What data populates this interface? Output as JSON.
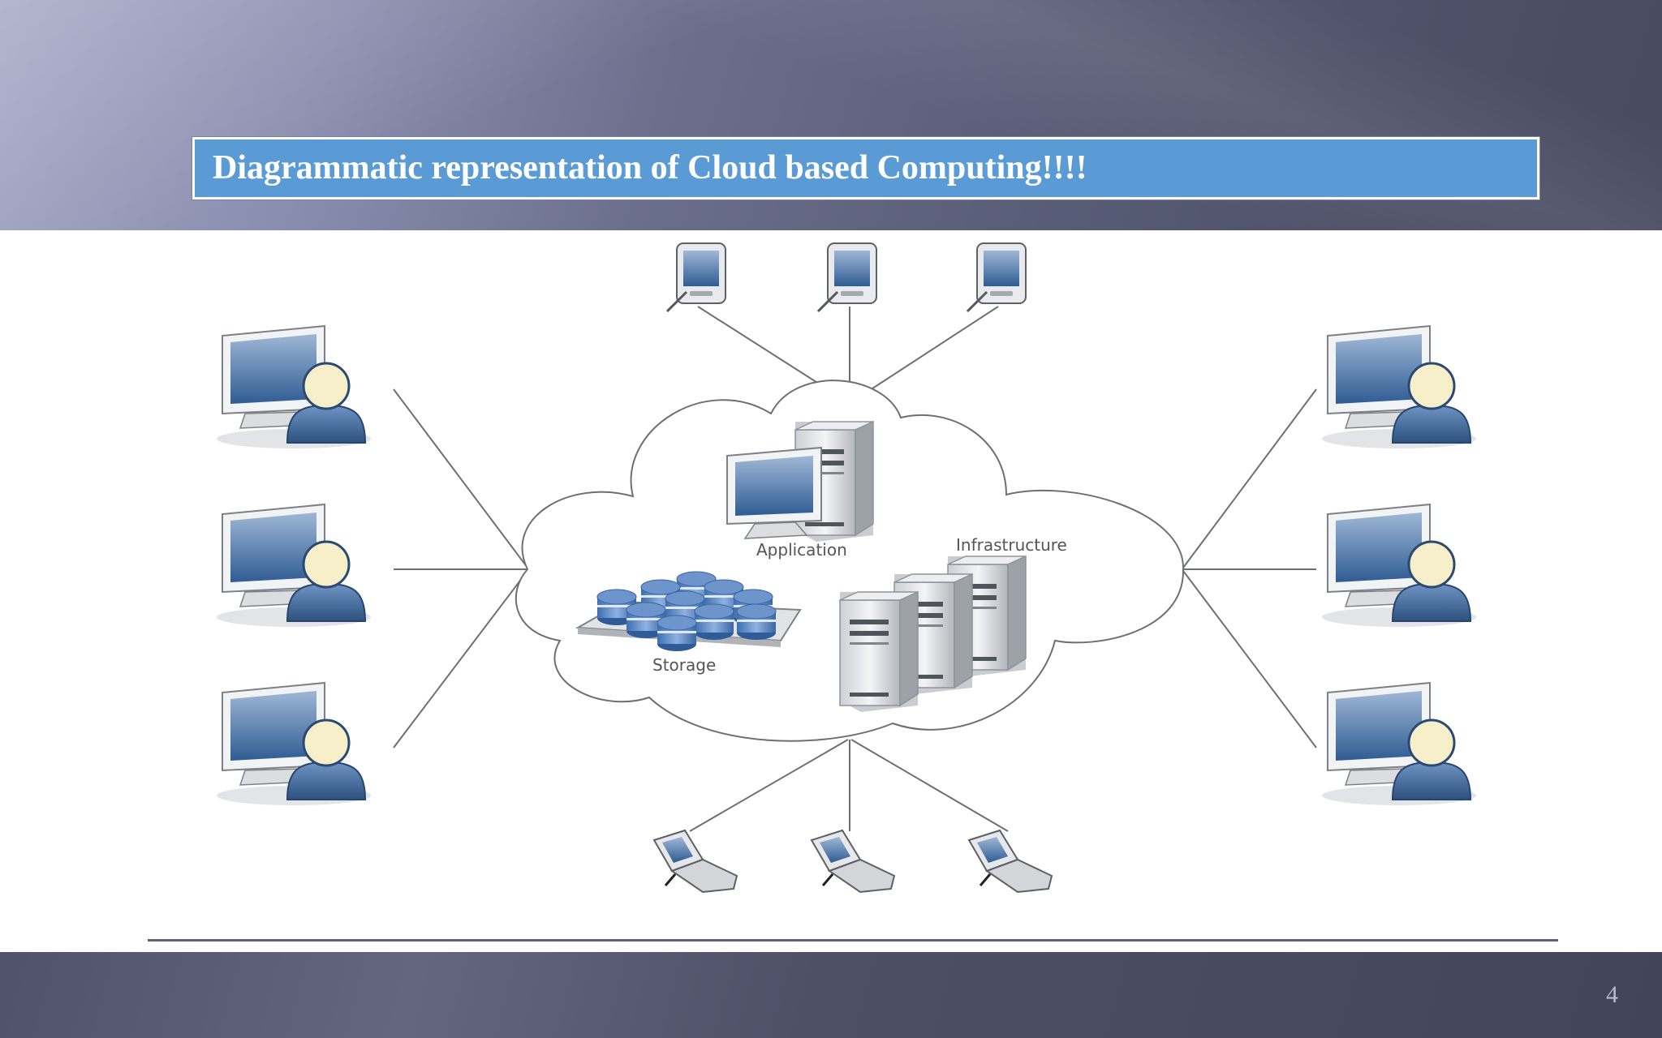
{
  "slide": {
    "title": "Diagrammatic representation of Cloud based Computing!!!!",
    "page_number": "4"
  },
  "diagram": {
    "cloud_labels": {
      "application": "Application",
      "infrastructure": "Infrastructure",
      "storage": "Storage"
    }
  },
  "colors": {
    "title_box": "#5b9bd5",
    "band_dark": "#474a60",
    "band_light": "#a3a6c3"
  }
}
